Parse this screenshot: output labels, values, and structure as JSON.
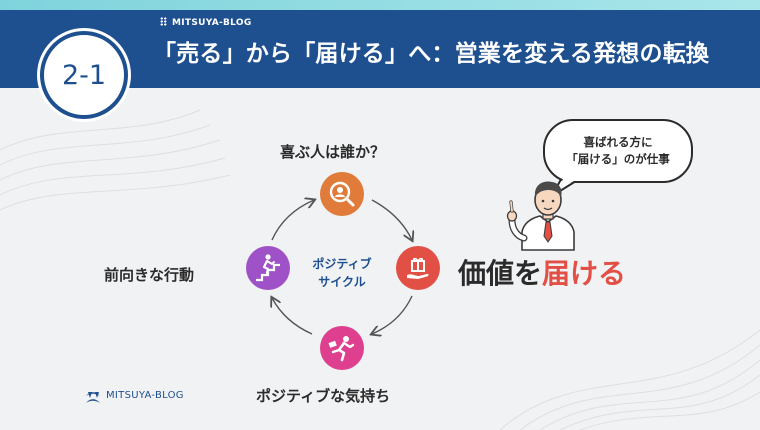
{
  "header": {
    "brand": "MITSUYA-BLOG",
    "section": "2-1",
    "title": "「売る」から「届ける」へ：営業を変える発想の転換"
  },
  "cycle": {
    "center": [
      "ポジティブ",
      "サイクル"
    ],
    "top": "喜ぶ人は誰か？",
    "left": "前向きな行動",
    "bottom": "ポジティブな気持ち"
  },
  "main_phrase": {
    "prefix": "価値を",
    "accent": "届ける"
  },
  "speech_bubble": {
    "line1": "喜ばれる方に",
    "line2": "「届ける」のが仕事"
  },
  "footer": {
    "brand": "MITSUYA-BLOG"
  },
  "colors": {
    "header_bg": "#1e4f8f",
    "icon_top": "#e07b3a",
    "icon_right": "#e24f45",
    "icon_bottom": "#de3f8e",
    "icon_left": "#9f52c8",
    "accent_text": "#e24f45"
  },
  "icons": {
    "top": "search-person-icon",
    "right": "gift-hand-icon",
    "bottom": "running-person-icon",
    "left": "stairs-climb-icon"
  }
}
